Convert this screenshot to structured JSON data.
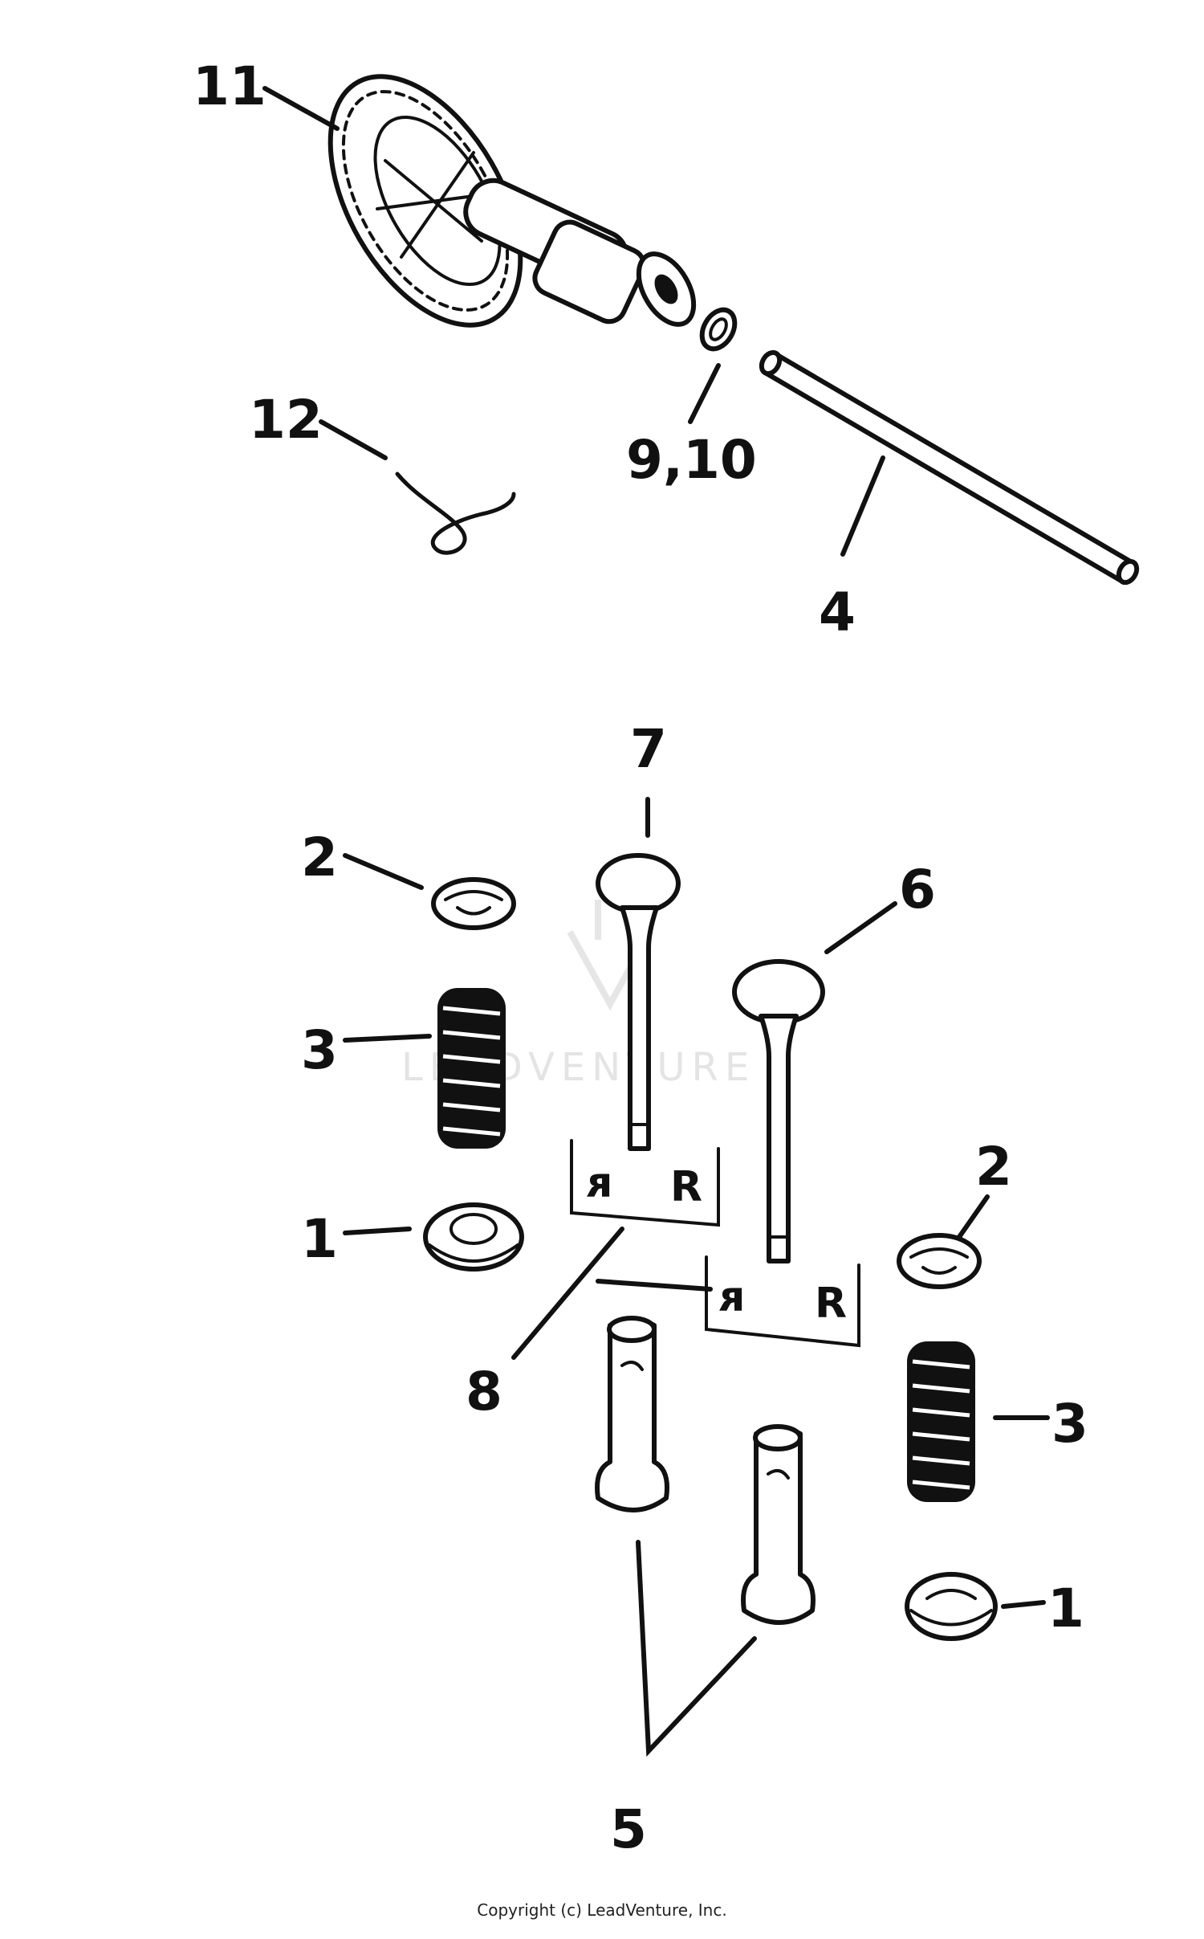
{
  "diagram": {
    "callouts": [
      {
        "id": "c11",
        "label": "11"
      },
      {
        "id": "c12",
        "label": "12"
      },
      {
        "id": "c9-10",
        "label": "9,10"
      },
      {
        "id": "c4",
        "label": "4"
      },
      {
        "id": "c7",
        "label": "7"
      },
      {
        "id": "c6",
        "label": "6"
      },
      {
        "id": "c2-left",
        "label": "2"
      },
      {
        "id": "c3-left",
        "label": "3"
      },
      {
        "id": "c1-left",
        "label": "1"
      },
      {
        "id": "c2-right",
        "label": "2"
      },
      {
        "id": "c3-right",
        "label": "3"
      },
      {
        "id": "c1-right",
        "label": "1"
      },
      {
        "id": "c8",
        "label": "8"
      },
      {
        "id": "c5",
        "label": "5"
      }
    ],
    "watermark": "LEADVENTURE",
    "footer": "Copyright (c) LeadVenture, Inc."
  },
  "colors": {
    "ink": "#111111",
    "paper": "#ffffff",
    "watermark": "#e4e4e4"
  }
}
